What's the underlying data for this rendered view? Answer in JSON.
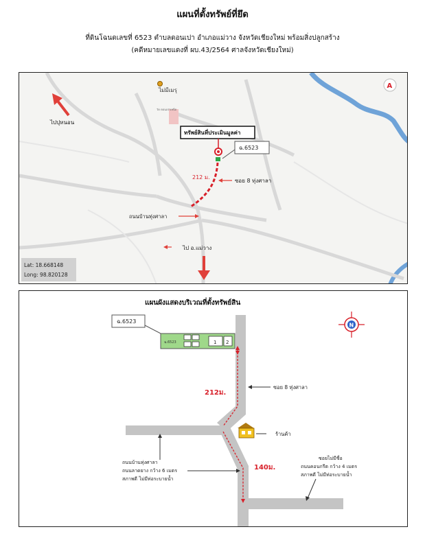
{
  "header": {
    "title": "แผนที่ตั้งทรัพย์ที่ยึด",
    "subtitle_line1": "ที่ดินโฉนดเลขที่ 6523 ตำบลดอนเปา อำเภอแม่วาง จังหวัดเชียงใหม่ พร้อมสิ่งปลูกสร้าง",
    "subtitle_line2": "(คดีหมายเลขแดงที่ ผบ.43/2564 ศาลจังหวัดเชียงใหม่)"
  },
  "map1": {
    "poi_label": "ไม่มีเมรุ",
    "poi_sublabel": "วัด ดอนเปาเหนือ",
    "to_north_label": "ไปปุหนอน",
    "property_box_label": "ทรัพย์สินที่ประเมินมูลค่า",
    "deed_label": "ฉ.6523",
    "distance_label": "212 ม.",
    "soi_label": "ซอย 8 ทุ่งศาลา",
    "road_label": "ถนนบ้านทุ่งศาลา",
    "to_south_label": "ไป อ.แม่วาง",
    "lat_label": "Lat: 18.668148",
    "long_label": "Long: 98.820128",
    "north_letter": "A"
  },
  "map2": {
    "title": "แผนผังแสดงบริเวณที่ตั้งทรัพย์สิน",
    "deed_label": "ฉ.6523",
    "parcel_label": "ฉ.6523",
    "building_1": "1",
    "building_2": "2",
    "soi_label": "ซอย 8 ทุ่งศาลา",
    "distance_1": "212ม.",
    "shop_label": "ร้านค้า",
    "distance_2": "140ม.",
    "left_road_line1": "ถนนบ้านทุ่งศาลา",
    "left_road_line2": "ถนนลาดยาง กว้าง 6 เมตร",
    "left_road_line3": "สภาพดี ไม่มีท่อระบายน้ำ",
    "right_road_line1": "ซอยไม่มีชื่อ",
    "right_road_line2": "ถนนคอนกรีต กว้าง 4 เมตร",
    "right_road_line3": "สภาพดี ไม่มีท่อระบายน้ำ",
    "compass_letter": "N"
  },
  "colors": {
    "route_red": "#d8202a",
    "road_gray": "#c4c4c4",
    "river_blue": "#6fa3d8",
    "parcel_green": "#9fd88a",
    "house_yellow": "#f0c020"
  }
}
